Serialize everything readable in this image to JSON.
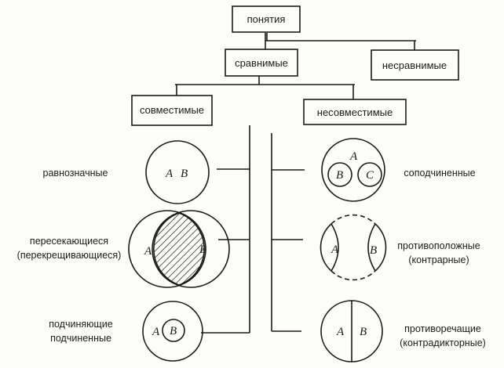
{
  "nodes": {
    "root": "понятия",
    "comparable": "сравнимые",
    "incomparable": "несравнимые",
    "compatible": "совместимые",
    "incompatible": "несовместимые"
  },
  "left": {
    "equivalent": [
      "равнозначные"
    ],
    "intersecting": [
      "пересекающиеся",
      "(перекрещивающиеся)"
    ],
    "subordinating": [
      "подчиняющие",
      "подчиненные"
    ]
  },
  "right": {
    "coordinated": [
      "соподчиненные"
    ],
    "contrary": [
      "противоположные",
      "(контрарные)"
    ],
    "contradictory": [
      "противоречащие",
      "(контрадикторные)"
    ]
  },
  "letters": {
    "a": "A",
    "b": "B",
    "c": "C"
  },
  "colors": {
    "ink": "#1a1a1a",
    "background": "#fdfdfb"
  }
}
